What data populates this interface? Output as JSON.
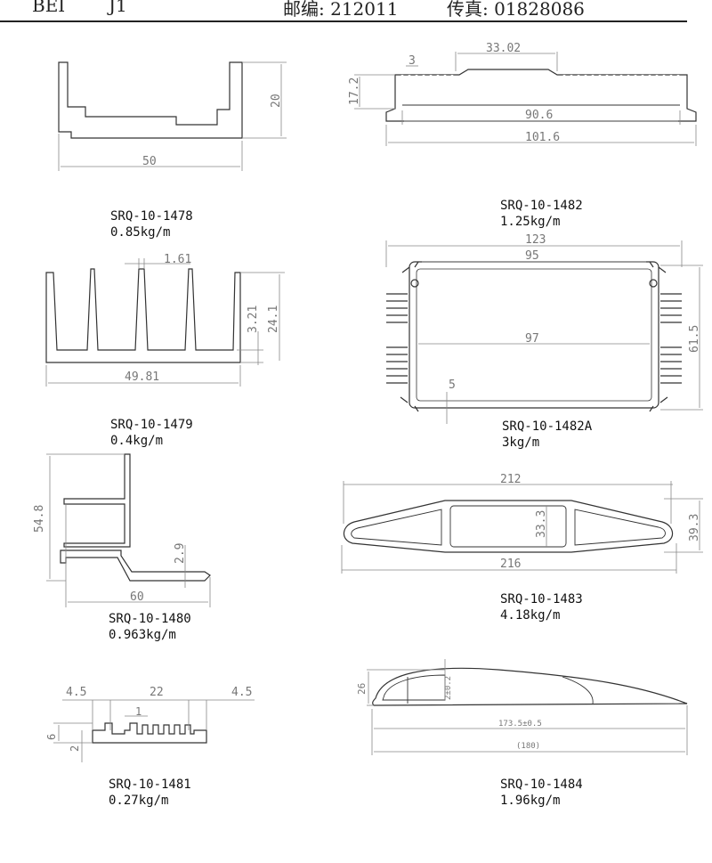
{
  "header": {
    "left_a": "BEI",
    "left_b": "J1",
    "postcode": "邮编: 212011",
    "fax": "传真: 01828086"
  },
  "parts": [
    {
      "code": "SRQ-10-1478",
      "weight": "0.85kg/m",
      "dims": {
        "width": "50",
        "height": "20"
      }
    },
    {
      "code": "SRQ-10-1479",
      "weight": "0.4kg/m",
      "dims": {
        "fin": "1.61",
        "height_a": "3.21",
        "height_b": "24.1",
        "width": "49.81"
      }
    },
    {
      "code": "SRQ-10-1480",
      "weight": "0.963kg/m",
      "dims": {
        "height": "54.8",
        "step": "2.9",
        "width": "60"
      }
    },
    {
      "code": "SRQ-10-1481",
      "weight": "0.27kg/m",
      "dims": {
        "left": "4.5",
        "mid": "22",
        "right": "4.5",
        "gap": "1",
        "height": "6",
        "base": "2"
      }
    },
    {
      "code": "SRQ-10-1482",
      "weight": "1.25kg/m",
      "dims": {
        "pitch": "3",
        "center": "33.02",
        "height": "17.2",
        "inner": "90.6",
        "overall": "101.6"
      }
    },
    {
      "code": "SRQ-10-1482A",
      "weight": "3kg/m",
      "dims": {
        "overall": "123",
        "top": "95",
        "mid": "97",
        "height": "61.5",
        "slot": "5"
      }
    },
    {
      "code": "SRQ-10-1483",
      "weight": "4.18kg/m",
      "dims": {
        "top": "212",
        "bottom": "216",
        "inner": "33.3",
        "height": "39.3"
      }
    },
    {
      "code": "SRQ-10-1484",
      "weight": "1.96kg/m",
      "dims": {
        "height": "26",
        "web": "2±0.2",
        "chord": "173.5±0.5",
        "overall": "(180)"
      }
    }
  ]
}
